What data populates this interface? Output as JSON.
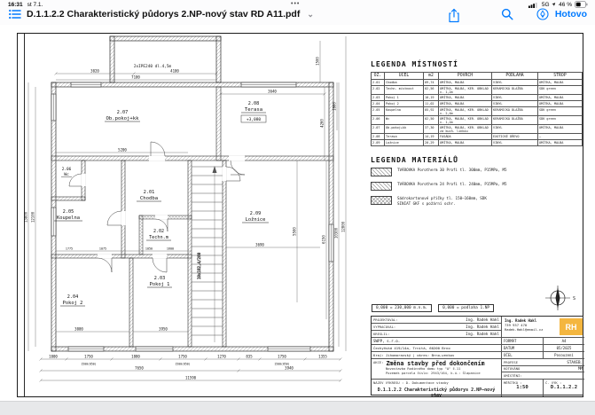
{
  "statusbar": {
    "time": "16:31",
    "date": "st 7.1.",
    "network": "5G",
    "battery": "46 %",
    "multitask_dots": "•••"
  },
  "header": {
    "title": "D.1.1.2.2 Charakteristický půdorys 2.NP-nový stav RD A11.pdf",
    "done_label": "Hotovo"
  },
  "legend_rooms": {
    "title": "LEGENDA MÍSTNOSTÍ",
    "headers": [
      "OZ.",
      "ÚČEL",
      "m2",
      "POVRCH",
      "PODLAHA",
      "STROP"
    ],
    "rows": [
      [
        "2.01",
        "Chodba",
        "09,74",
        "OMÍTKA, MALBA",
        "VINYL",
        "OMÍTKA, MALBA"
      ],
      [
        "2.02",
        "Techn. místnost",
        "02,56",
        "OMÍTKA, MALBA, KER. OBKLAD v. 1,2m",
        "KERAMICKÁ DLAŽBA",
        "SDK green"
      ],
      [
        "2.03",
        "Pokoj 1",
        "10,19",
        "OMÍTKA, MALBA",
        "VINYL",
        "OMÍTKA, MALBA"
      ],
      [
        "2.04",
        "Pokoj 2",
        "11,02",
        "OMÍTKA, MALBA",
        "VINYL",
        "OMÍTKA, MALBA"
      ],
      [
        "2.05",
        "Koupelna",
        "05,92",
        "OMÍTKA, MALBA, KER. OBKLAD v. 2,4m",
        "KERAMICKÁ DLAŽBA",
        "SDK green"
      ],
      [
        "2.06",
        "Wc",
        "02,50",
        "OMÍTKA, MALBA, KER. OBKLAD v. 1,2m",
        "KERAMICKÁ DLAŽBA",
        "SDK green"
      ],
      [
        "2.07",
        "Ob.pokoj+kk",
        "37,30",
        "OMÍTKA, MALBA, KER. OBKLAD za kuch. linkou",
        "VINYL",
        "OMÍTKA, MALBA"
      ],
      [
        "2.08",
        "Terasa",
        "14,19",
        "FASÁDA",
        "EXOTICKÉ DŘEVO",
        "–"
      ],
      [
        "2.09",
        "Ložnice",
        "20,29",
        "OMÍTKA, MALBA",
        "VINYL",
        "OMÍTKA, MALBA"
      ]
    ]
  },
  "legend_materials": {
    "title": "LEGENDA MATERIÁLŮ",
    "items": [
      "TVÁROVKA Porotherm 30 Profi tl. 300mm, P15MPa, M5",
      "TVÁROVKA Porotherm 24 Profi tl. 240mm, P15MPa, M5",
      "Sádrokartonové příčky tl. 150–160mm, SDK SINIAT GKF s požární ochr."
    ]
  },
  "elevation": {
    "a": "0,000 = 230,000 m.n.m.",
    "b": "0,000 = podlaha 1.NP"
  },
  "compass": {
    "south_label": "S"
  },
  "titleblock": {
    "projektoval_label": "PROJEKTOVAL:",
    "vypracoval_label": "VYPRACOVAL:",
    "kreslil_label": "KRESLIL:",
    "person": "Ing. Radek Hakl",
    "company": "SWPP, s.r.o.",
    "address": "Čechyňská 419/14a, Trnitá, 60200 Brno",
    "region": "Kraj: Jihomoravský | okres: Brno–venkov",
    "contact_name": "Ing. Radek Hakl",
    "contact_phone": "739 937 470",
    "contact_email": "Radek.Hakl@email.cz",
    "logo_text": "RH",
    "format_label": "FORMÁT",
    "format_value": "A4",
    "datum_label": "DATUM",
    "datum_value": "05/2025",
    "ucel_label": "ÚČEL",
    "ucel_value": "Posouzení",
    "profese_label": "PROFESE",
    "profese_value": "STAVEB.",
    "kotovano_label": "KÓTOVÁNO",
    "kotovano_value": "MM",
    "umisteni_label": "UMÍSTĚNÍ:",
    "akce_label": "AKCE:",
    "akce_title": "Změna stavby před dokončením",
    "akce_line2": "Novostavba Rodinného domu typ \"A\" č.11",
    "akce_line3": "Pozemek parcela číslo: 2943/164, k.ú.: Šlapanice",
    "nazev_label": "NÁZEV VÝKRESU :",
    "nazev_line1": "D. Dokumentace stavby",
    "nazev_line2": "D.1.1.2.2 Charakteristický půdorys 2.NP–nový stav",
    "meritko_label": "MĚŘÍTKO :",
    "meritko_value": "1:50",
    "cvyk_label": "Č. VÝK :",
    "cvyk_value": "D.1.1.2.2"
  },
  "plan": {
    "beam_label": "2xIPE240 dl.4,5m",
    "stair_label": "19x182,4/260",
    "terasa_level": "+3,080",
    "rooms": [
      {
        "id": "2.01",
        "name": "Chodba"
      },
      {
        "id": "2.02",
        "name": "Techn.m"
      },
      {
        "id": "2.03",
        "name": "Pokoj 1"
      },
      {
        "id": "2.04",
        "name": "Pokoj 2"
      },
      {
        "id": "2.05",
        "name": "Koupelna"
      },
      {
        "id": "2.06",
        "name": "Wc"
      },
      {
        "id": "2.07",
        "name": "Ob.pokoj+kk"
      },
      {
        "id": "2.08",
        "name": "Terasa"
      },
      {
        "id": "2.09",
        "name": "Ložnice"
      }
    ],
    "dims": {
      "t1": "3020",
      "t2": "4100",
      "t3": "7100",
      "t4": "3640",
      "l1": "13800",
      "l2": "12100",
      "r1": "1500",
      "r2": "1860",
      "r3": "4260",
      "r4": "5500",
      "r5": "6150",
      "r6": "10300",
      "r7": "12800",
      "i1": "5200",
      "i2": "1775",
      "i3": "1075",
      "i4": "1050",
      "i5": "1600",
      "i6": "3000",
      "i7": "3950",
      "i8": "3690",
      "b1": "1000",
      "b2": "1750",
      "b3": "1880",
      "b4": "1750",
      "b5": "1270",
      "b6": "835",
      "b7": "1750",
      "b8": "1355",
      "bsub": "1500(850)",
      "b9": "7650",
      "b10": "3940",
      "b11": "11590"
    }
  }
}
